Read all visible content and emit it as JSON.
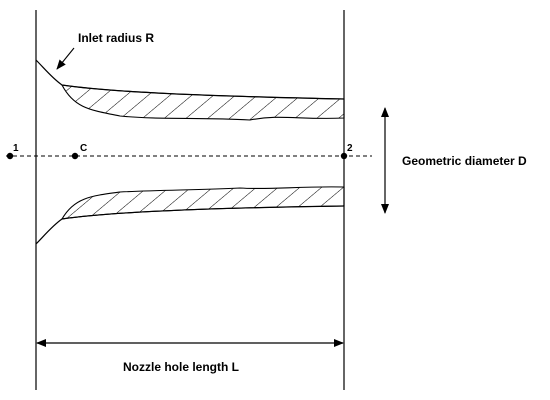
{
  "labels": {
    "inlet_radius": "Inlet radius R",
    "geometric_diameter": "Geometric diameter D",
    "nozzle_length": "Nozzle hole length L",
    "point_1": "1",
    "point_c": "C",
    "point_2": "2"
  },
  "colors": {
    "line": "#000000",
    "background": "#ffffff"
  }
}
